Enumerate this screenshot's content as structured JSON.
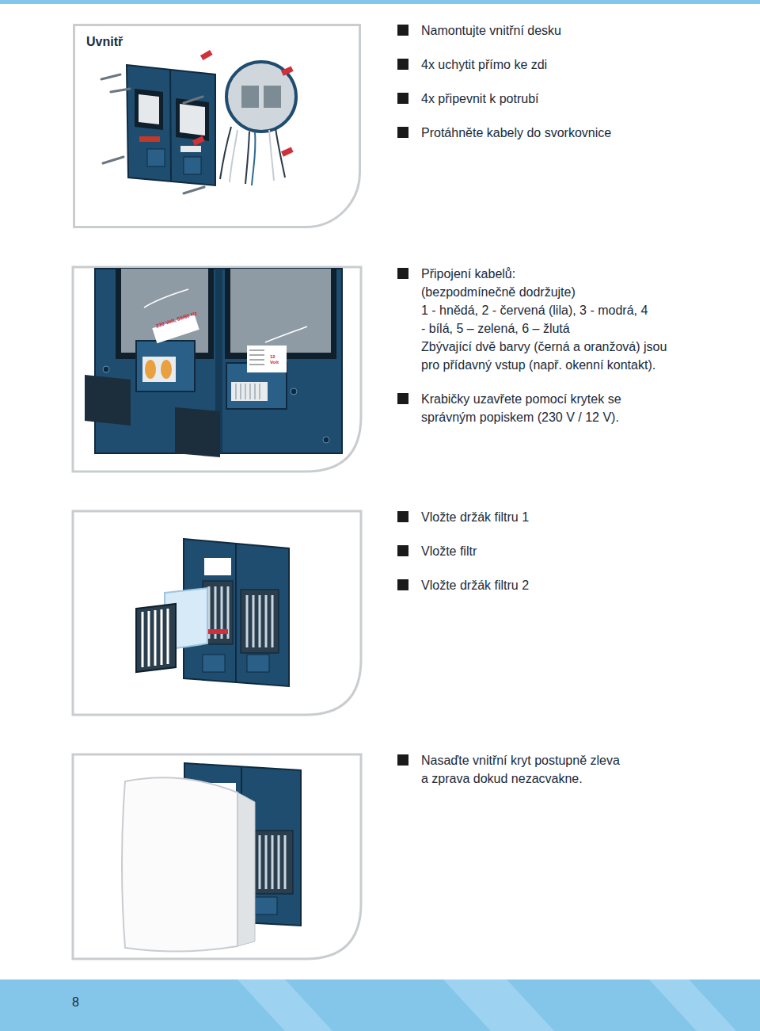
{
  "diagram": {
    "nodes": [
      {
        "text": [
          "Uvnitř"
        ]
      }
    ],
    "labels": [
      "Namontujte vnitřní desku",
      "4x uchytit přímo ke zdi",
      "4x připevnit k potrubí",
      "Protáhněte kabely do svorkovnice",
      "230 Volt, 50/60 Hz",
      "12 Volt",
      "Připojení kabelů:",
      "(bezpodmínečně dodržujte)",
      "1 - hnědá, 2 - červená (lila), 3 - modrá, 4 - bílá, 5 – zelená, 6 – žlutá",
      "Zbývající dvě barvy (černá a oranžová) jsou pro přídavný vstup (např. okenní kontakt).",
      "Krabičky uzavřete pomocí krytek se správným popiskem (230 V / 12 V).",
      "Vložte držák filtru 1",
      "Vložte filtr",
      "Vložte držák filtru 2",
      "Nasaďte vnitřní kryt postupně zleva a zprava dokud nezacvakne.",
      "8"
    ]
  }
}
